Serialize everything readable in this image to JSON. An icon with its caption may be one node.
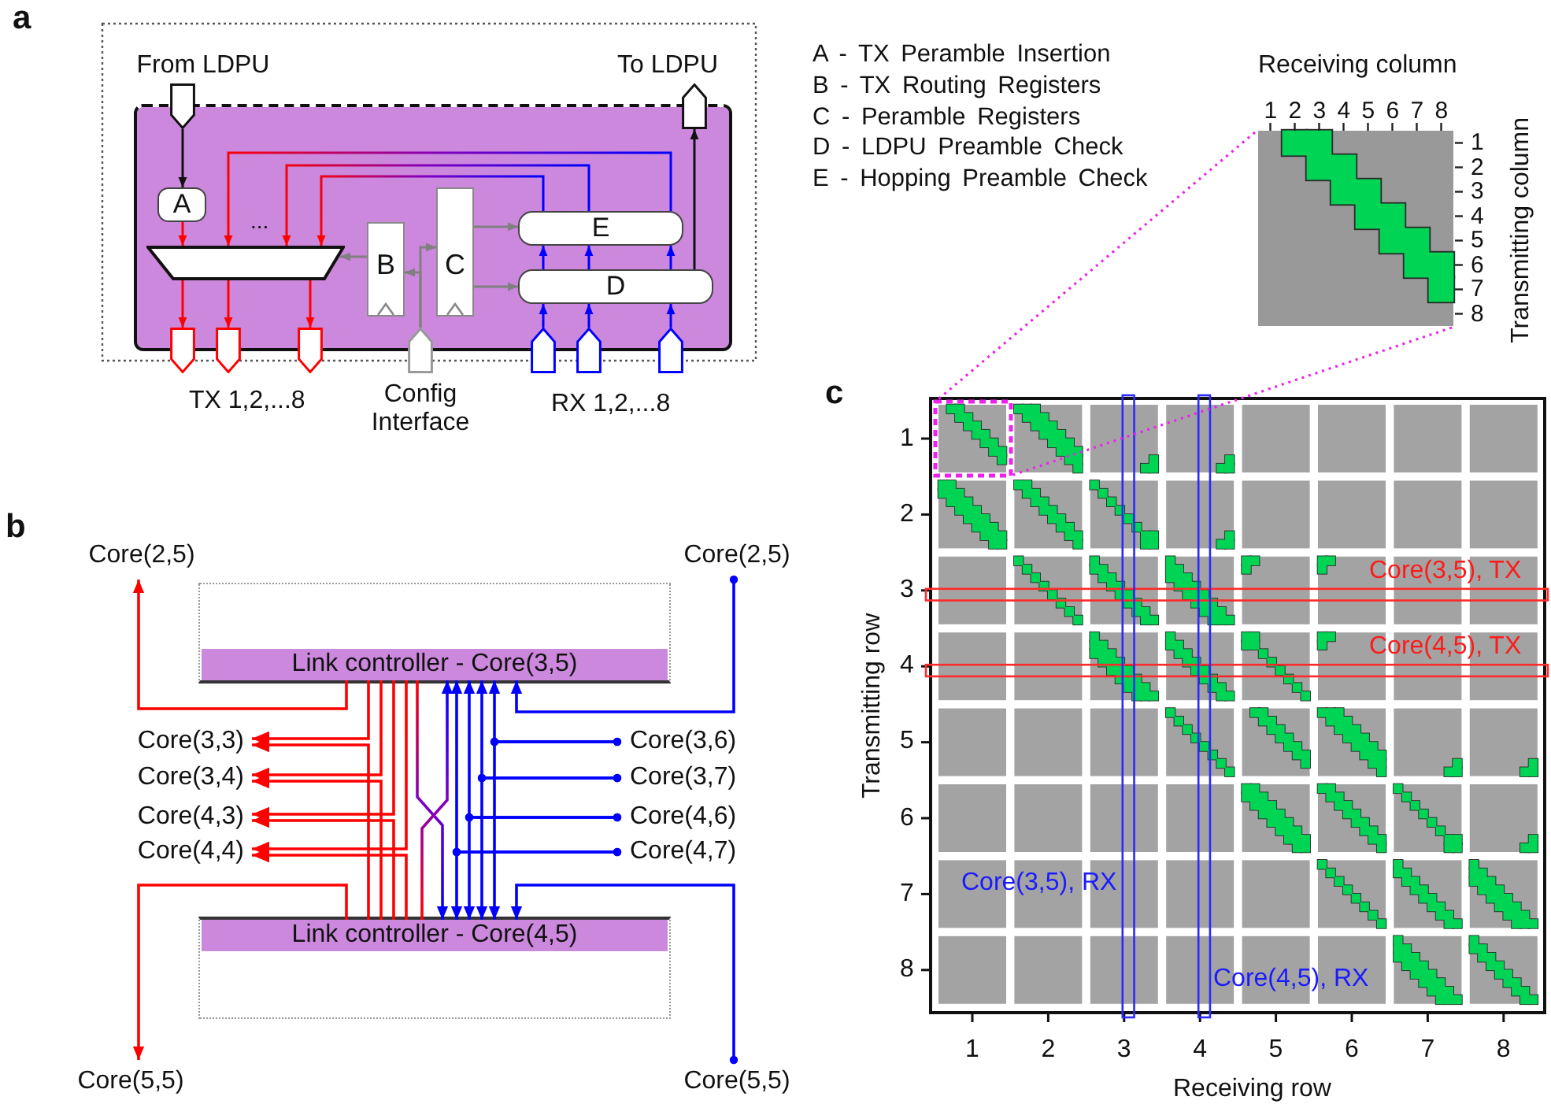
{
  "diagram": {
    "nodes": [
      {
        "text": [],
        "shape": "box"
      },
      {
        "text": [
          "From LDPU"
        ]
      },
      {
        "text": [
          "To LDPU"
        ]
      },
      {
        "text": [
          "A"
        ],
        "in": 0
      },
      {
        "text": [],
        "shape": "trapezoid",
        "in": 0
      },
      {
        "text": [
          "B"
        ],
        "in": 0
      },
      {
        "text": [
          "C"
        ],
        "in": 0
      },
      {
        "text": [
          "E"
        ],
        "in": 0
      },
      {
        "text": [
          "D"
        ],
        "in": 0
      },
      {
        "text": [],
        "shape": "pentagon"
      },
      {
        "text": [],
        "shape": "pentagon"
      },
      {
        "text": [],
        "shape": "pentagon"
      },
      {
        "text": [
          "Config Interface"
        ]
      },
      {
        "text": [],
        "shape": "pentagon"
      },
      {
        "text": [],
        "shape": "pentagon"
      },
      {
        "text": [],
        "shape": "pentagon"
      },
      {
        "text": [
          "Core(2,5)"
        ]
      },
      {
        "text": [
          "Core(2,5)"
        ]
      },
      {
        "text": [],
        "shape": "box"
      },
      {
        "text": [
          "Link controller - Core(3,5)"
        ],
        "in": 18
      },
      {
        "text": [
          "Core(3,3)"
        ]
      },
      {
        "text": [
          "Core(3,6)"
        ]
      },
      {
        "text": [
          "Core(3,4)"
        ]
      },
      {
        "text": [
          "Core(3,7)"
        ]
      },
      {
        "text": [
          "Core(4,3)"
        ]
      },
      {
        "text": [
          "Core(4,6)"
        ]
      },
      {
        "text": [
          "Core(4,4)"
        ]
      },
      {
        "text": [
          "Core(4,7)"
        ]
      },
      {
        "text": [],
        "shape": "box"
      },
      {
        "text": [
          "Link controller - Core(4,5)"
        ],
        "in": 28
      },
      {
        "text": [
          "Core(5,5)"
        ]
      },
      {
        "text": [
          "Core(5,5)"
        ]
      }
    ],
    "edges": [
      {
        "from": 1,
        "to": 3,
        "arrow": "to",
        "color": "#111111"
      },
      {
        "from": 3,
        "to": 4,
        "arrow": "to",
        "color": "#ff0000"
      },
      {
        "from": 7,
        "to": 4,
        "arrow": "to",
        "color": "#8000c0"
      },
      {
        "from": 7,
        "to": 4,
        "arrow": "to",
        "color": "#8000c0"
      },
      {
        "from": 7,
        "to": 4,
        "arrow": "to",
        "color": "#8000c0"
      },
      {
        "from": 5,
        "to": 4,
        "arrow": "to",
        "color": "#808080"
      },
      {
        "from": 12,
        "to": 5,
        "arrow": "to",
        "color": "#808080"
      },
      {
        "from": 12,
        "to": 6,
        "arrow": "to",
        "color": "#808080"
      },
      {
        "from": 6,
        "to": 7,
        "arrow": "to",
        "color": "#808080"
      },
      {
        "from": 6,
        "to": 8,
        "arrow": "to",
        "color": "#808080"
      },
      {
        "from": 4,
        "to": 9,
        "arrow": "to",
        "color": "#ff0000"
      },
      {
        "from": 4,
        "to": 10,
        "arrow": "to",
        "color": "#ff0000"
      },
      {
        "from": 4,
        "to": 11,
        "arrow": "to",
        "color": "#ff0000"
      },
      {
        "from": 13,
        "to": 8,
        "arrow": "to",
        "color": "#0000ff"
      },
      {
        "from": 14,
        "to": 8,
        "arrow": "to",
        "color": "#0000ff"
      },
      {
        "from": 15,
        "to": 8,
        "arrow": "to",
        "color": "#0000ff"
      },
      {
        "from": 8,
        "to": 7,
        "arrow": "to",
        "color": "#0000ff"
      },
      {
        "from": 8,
        "to": 7,
        "arrow": "to",
        "color": "#0000ff"
      },
      {
        "from": 8,
        "to": 7,
        "arrow": "to",
        "color": "#0000ff"
      },
      {
        "from": 8,
        "to": 2,
        "arrow": "to",
        "color": "#111111"
      },
      {
        "from": 19,
        "to": 16,
        "arrow": "to",
        "color": "#ff0000"
      },
      {
        "from": 29,
        "to": 30,
        "arrow": "to",
        "color": "#ff0000"
      },
      {
        "from": 17,
        "to": 19,
        "arrow": "to",
        "color": "#0000ff"
      },
      {
        "from": 31,
        "to": 29,
        "arrow": "to",
        "color": "#0000ff"
      },
      {
        "from": 19,
        "to": 20,
        "arrow": "to",
        "color": "#ff0000"
      },
      {
        "from": 29,
        "to": 20,
        "arrow": "to",
        "color": "#ff0000"
      },
      {
        "from": 19,
        "to": 22,
        "arrow": "to",
        "color": "#ff0000"
      },
      {
        "from": 29,
        "to": 22,
        "arrow": "to",
        "color": "#ff0000"
      },
      {
        "from": 19,
        "to": 24,
        "arrow": "to",
        "color": "#ff0000"
      },
      {
        "from": 29,
        "to": 24,
        "arrow": "to",
        "color": "#ff0000"
      },
      {
        "from": 19,
        "to": 26,
        "arrow": "to",
        "color": "#ff0000"
      },
      {
        "from": 29,
        "to": 26,
        "arrow": "to",
        "color": "#ff0000"
      },
      {
        "from": 21,
        "to": 19,
        "arrow": "to",
        "color": "#0000ff"
      },
      {
        "from": 21,
        "to": 29,
        "arrow": "to",
        "color": "#0000ff"
      },
      {
        "from": 23,
        "to": 19,
        "arrow": "to",
        "color": "#0000ff"
      },
      {
        "from": 23,
        "to": 29,
        "arrow": "to",
        "color": "#0000ff"
      },
      {
        "from": 25,
        "to": 19,
        "arrow": "to",
        "color": "#0000ff"
      },
      {
        "from": 25,
        "to": 29,
        "arrow": "to",
        "color": "#0000ff"
      },
      {
        "from": 27,
        "to": 19,
        "arrow": "to",
        "color": "#0000ff"
      },
      {
        "from": 27,
        "to": 29,
        "arrow": "to",
        "color": "#0000ff"
      },
      {
        "from": 19,
        "to": 29,
        "arrow": "to",
        "color": "#8000c0"
      },
      {
        "from": 29,
        "to": 19,
        "arrow": "to",
        "color": "#8000c0"
      }
    ],
    "labels": [
      "a",
      "A - TX Peramble Insertion",
      "B - TX Routing Registers",
      "C - Peramble Registers",
      "D - LDPU Preamble Check",
      "E - Hopping Preamble Check",
      "Receiving column",
      "1",
      "2",
      "3",
      "4",
      "5",
      "6",
      "7",
      "8",
      "1",
      "2",
      "3",
      "4",
      "5",
      "6",
      "7",
      "8",
      "Transmitting column",
      "...",
      "TX 1,2,...8",
      "RX 1,2,...8",
      "b",
      "c",
      "1",
      "2",
      "3",
      "4",
      "5",
      "6",
      "7",
      "8",
      "Core(3,5), TX",
      "Core(4,5), TX",
      "Transmitting row",
      "Core(3,5), RX",
      "Core(4,5), RX",
      "1",
      "2",
      "3",
      "4",
      "5",
      "6",
      "7",
      "8",
      "Receiving row"
    ]
  }
}
